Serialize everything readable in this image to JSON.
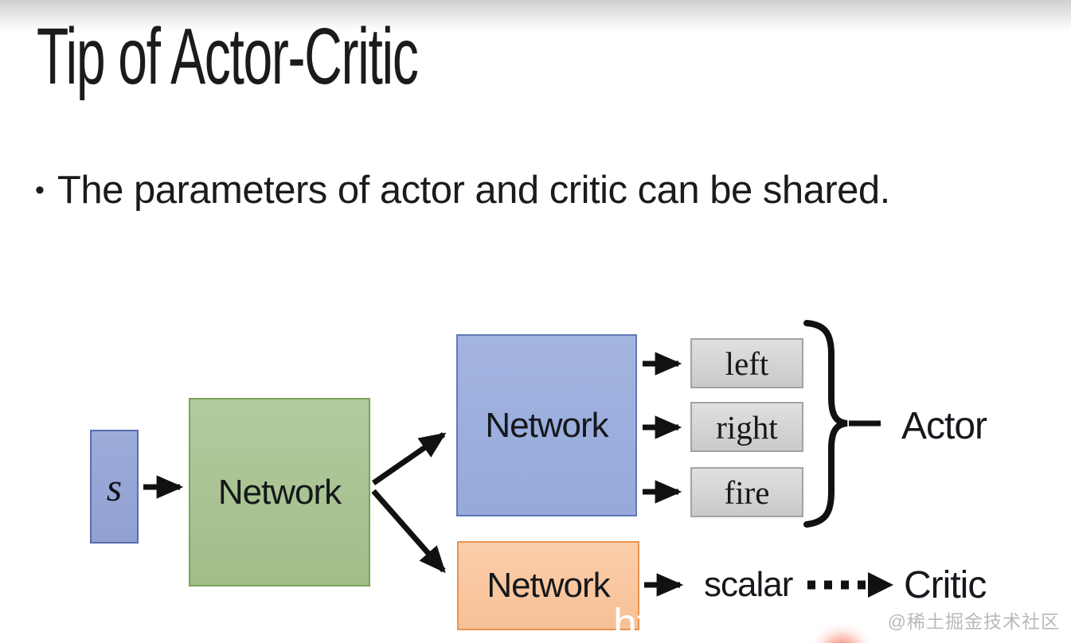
{
  "slide": {
    "title": "Tip of Actor-Critic",
    "bullet_marker": "•",
    "bullet_text": "The parameters of actor and critic can be shared."
  },
  "diagram": {
    "state_label": "s",
    "shared_network": {
      "label": "Network",
      "fill": "#a9c392",
      "border": "#7ba25e"
    },
    "actor_network": {
      "label": "Network",
      "fill": "#9cafdd",
      "border": "#6078b4"
    },
    "critic_network": {
      "label": "Network",
      "fill": "#f9c7a1",
      "border": "#e9944f"
    },
    "state_box": {
      "fill": "#95a4d6",
      "border": "#5a6cae"
    },
    "action_box_style": {
      "fill": "#d6d6d6",
      "border": "#a3a3a3"
    },
    "action_boxes": [
      {
        "label": "left"
      },
      {
        "label": "right"
      },
      {
        "label": "fire"
      }
    ],
    "actor_label": "Actor",
    "scalar_label": "scalar",
    "critic_label": "Critic",
    "arrow_color": "#111111"
  },
  "watermarks": {
    "community": "@稀土掘金技术社区",
    "partial_url_text": "ht"
  }
}
